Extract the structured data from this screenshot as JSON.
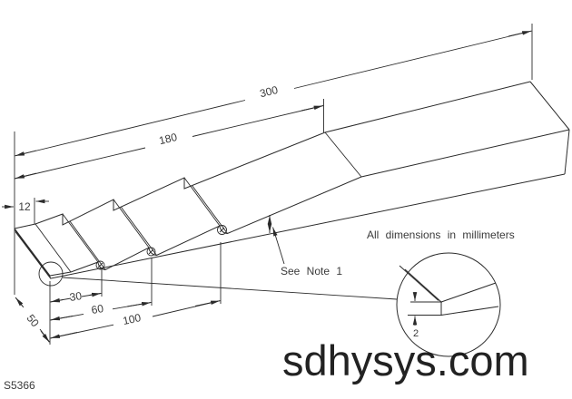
{
  "drawing": {
    "labels": {
      "d300": "300",
      "d180": "180",
      "d12": "12",
      "d30": "30",
      "d60": "60",
      "d100": "100",
      "d50": "50",
      "d2": "2"
    },
    "notes": {
      "see_note": "See Note 1",
      "units": "All dimensions in millimeters"
    },
    "part_number": "S5366",
    "watermark": "sdhysys.com",
    "line_color": "#2b2b2b",
    "background_color": "#ffffff"
  }
}
